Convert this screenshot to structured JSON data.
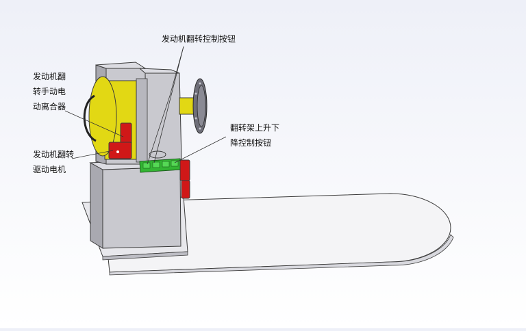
{
  "diagram": {
    "labels": {
      "engine_flip_button": "发动机翻转控制按钮",
      "manual_clutch": [
        "发动机翻",
        "转手动电",
        "动离合器"
      ],
      "lift_button": [
        "翻转架上升下",
        "降控制按钮"
      ],
      "drive_motor": [
        "发动机翻转",
        "驱动电机"
      ]
    },
    "colors": {
      "frame": "#c9c9cf",
      "frame_dark": "#a9a9b0",
      "yellow_part": "#e2d814",
      "red_part": "#d01818",
      "green_button": "#33b533",
      "base_plate": "#f4f4f6",
      "outline": "#3a3a3a"
    }
  }
}
